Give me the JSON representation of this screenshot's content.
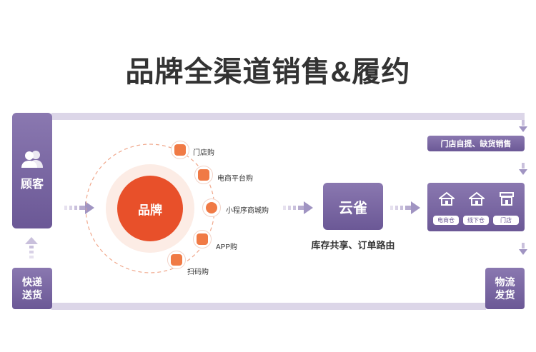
{
  "title": "品牌全渠道销售&履约",
  "customer": {
    "label": "顾客",
    "icon": "users-icon"
  },
  "delivery": {
    "label_line1": "快递",
    "label_line2": "送货"
  },
  "brand": {
    "label": "品牌"
  },
  "channels": [
    {
      "label": "门店购",
      "icon": "store-icon"
    },
    {
      "label": "电商平台购",
      "icon": "laptop-icon"
    },
    {
      "label": "小程序商城购",
      "icon": "mini-program-icon"
    },
    {
      "label": "APP购",
      "icon": "box-icon"
    },
    {
      "label": "扫码购",
      "icon": "scan-icon"
    }
  ],
  "yunque": {
    "label": "云雀",
    "caption": "库存共享、订单路由"
  },
  "pickup": {
    "label": "门店自提、缺货销售"
  },
  "warehouses": [
    {
      "label": "电商仓",
      "icon": "warehouse-icon"
    },
    {
      "label": "线下仓",
      "icon": "warehouse-icon"
    },
    {
      "label": "门店",
      "icon": "shop-icon"
    }
  ],
  "logistics": {
    "label_line1": "物流",
    "label_line2": "发货"
  },
  "colors": {
    "purple": "#6b5896",
    "orange": "#e8502a",
    "rail": "#dcd6e8"
  }
}
